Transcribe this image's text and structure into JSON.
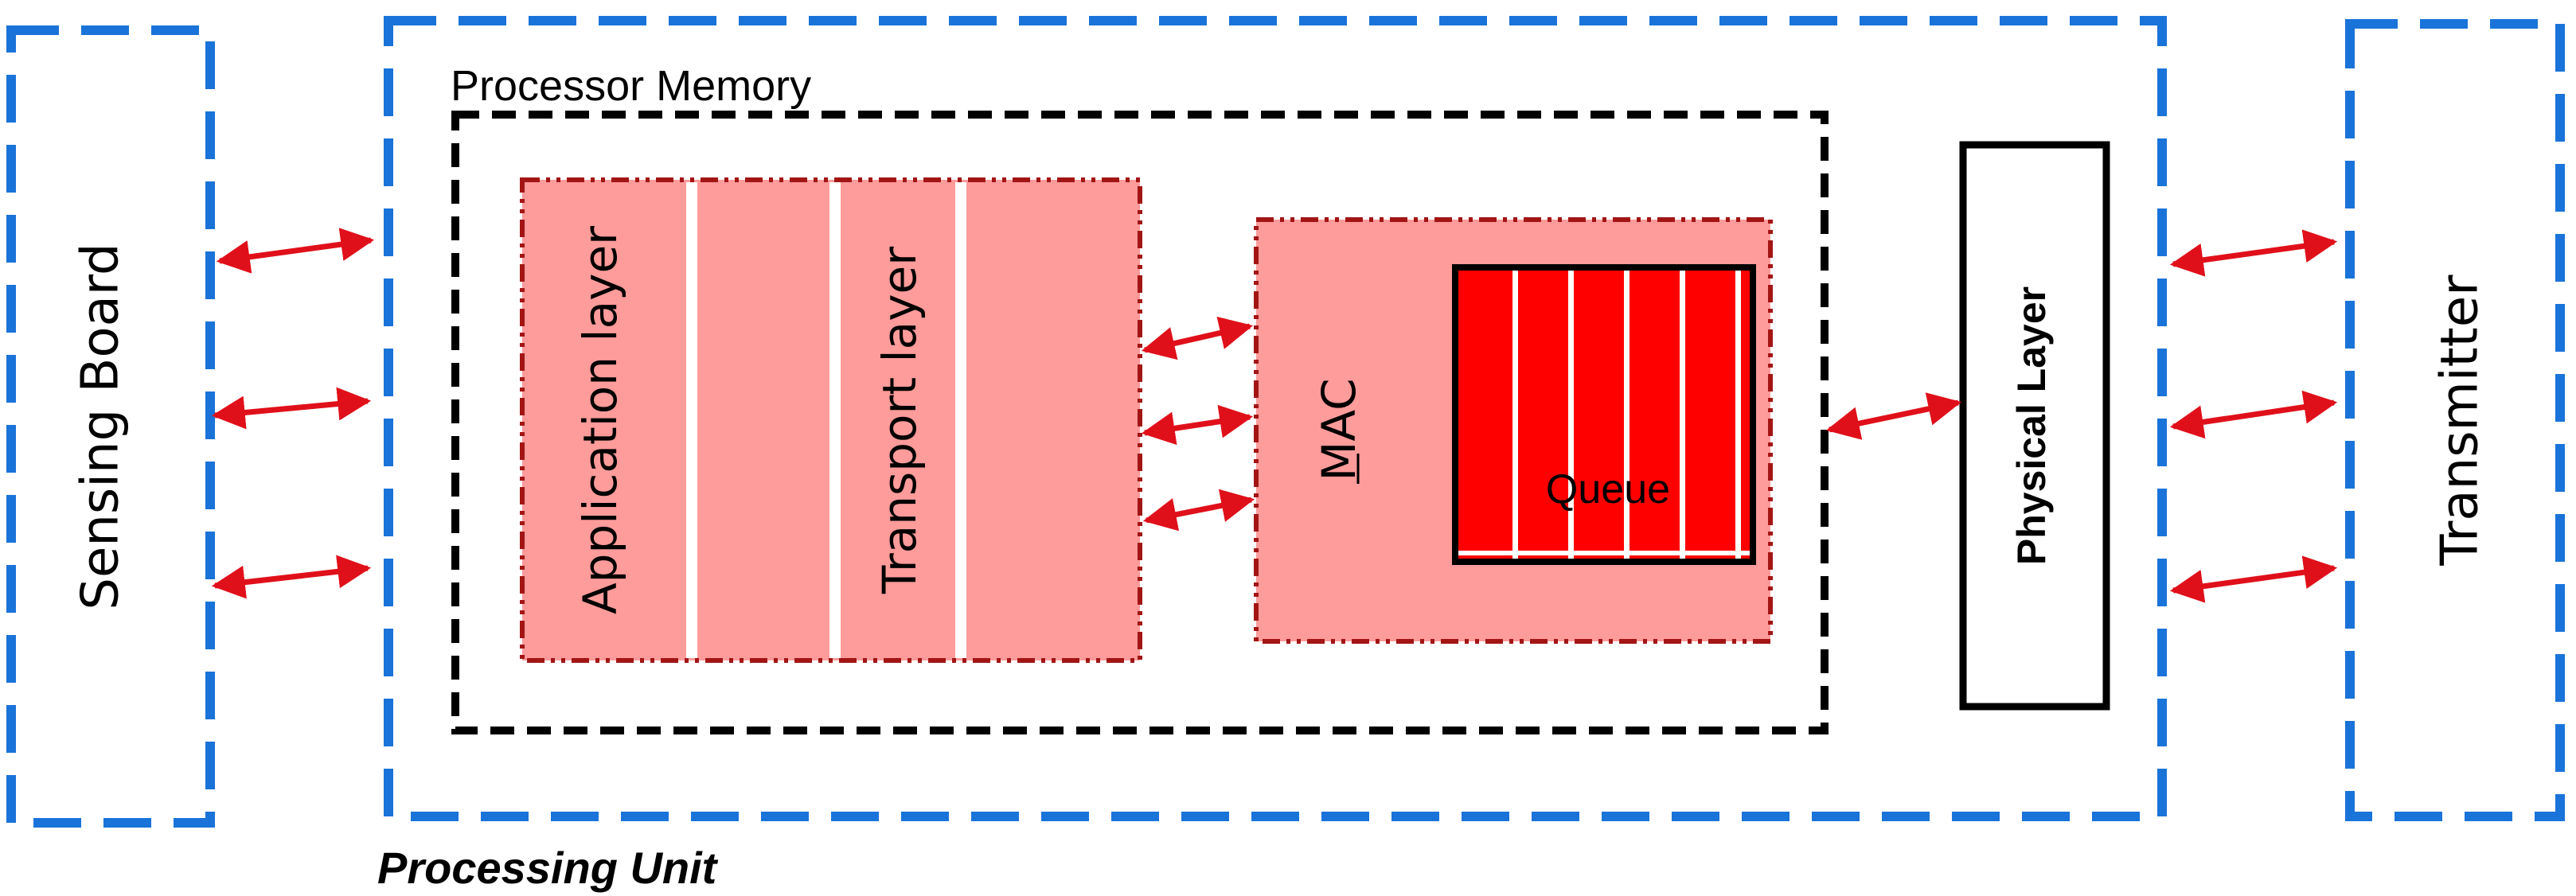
{
  "blocks": {
    "sensing_board": "Sensing Board",
    "processing_unit": "Processing Unit",
    "processor_memory": "Processor Memory",
    "application_layer": "Application layer",
    "transport_layer": "Transport  layer",
    "mac": "MAC",
    "queue": "Queue",
    "physical_layer": "Physical Layer",
    "transmitter": "Transmitter"
  },
  "colors": {
    "blue_dash": "#1a73d9",
    "protocol_fill": "#fe9b9b",
    "protocol_border": "#a31515",
    "queue_fill": "#ff0000",
    "arrow": "#e0101a",
    "black": "#000000"
  }
}
